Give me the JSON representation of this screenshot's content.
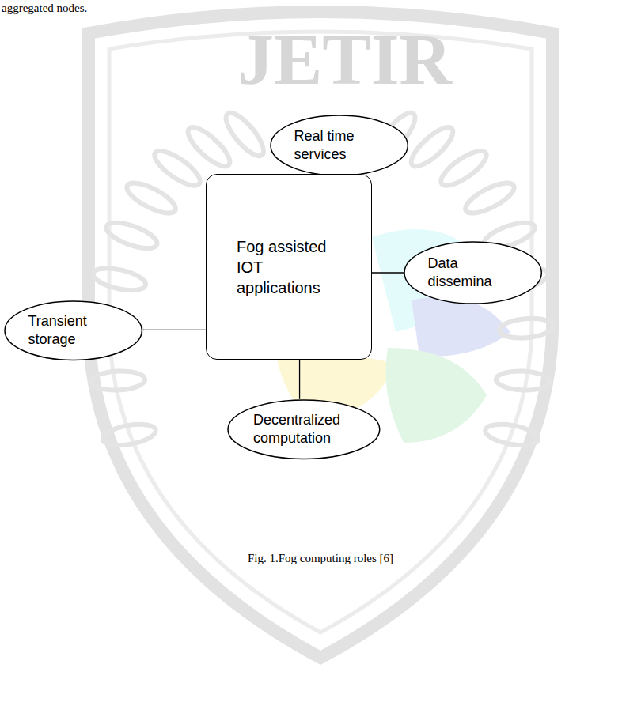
{
  "diagram": {
    "caption": "Fig. 1.Fog computing roles [6]",
    "nodes": [
      {
        "text": [
          "Real time services"
        ]
      },
      {
        "text": [
          "Fog assisted IOT applications"
        ]
      },
      {
        "text": [
          "Data dissemina"
        ]
      },
      {
        "text": [
          "Transient storage"
        ]
      },
      {
        "text": [
          "Decentralized computation"
        ]
      }
    ],
    "edges": [
      {
        "from": 1,
        "to": 0,
        "arrow": "none"
      },
      {
        "from": 1,
        "to": 2,
        "arrow": "none"
      },
      {
        "from": 3,
        "to": 1,
        "arrow": "none"
      },
      {
        "from": 1,
        "to": 4,
        "arrow": "none"
      }
    ],
    "labels": [
      "aggregated nodes.",
      "JETIR"
    ]
  }
}
